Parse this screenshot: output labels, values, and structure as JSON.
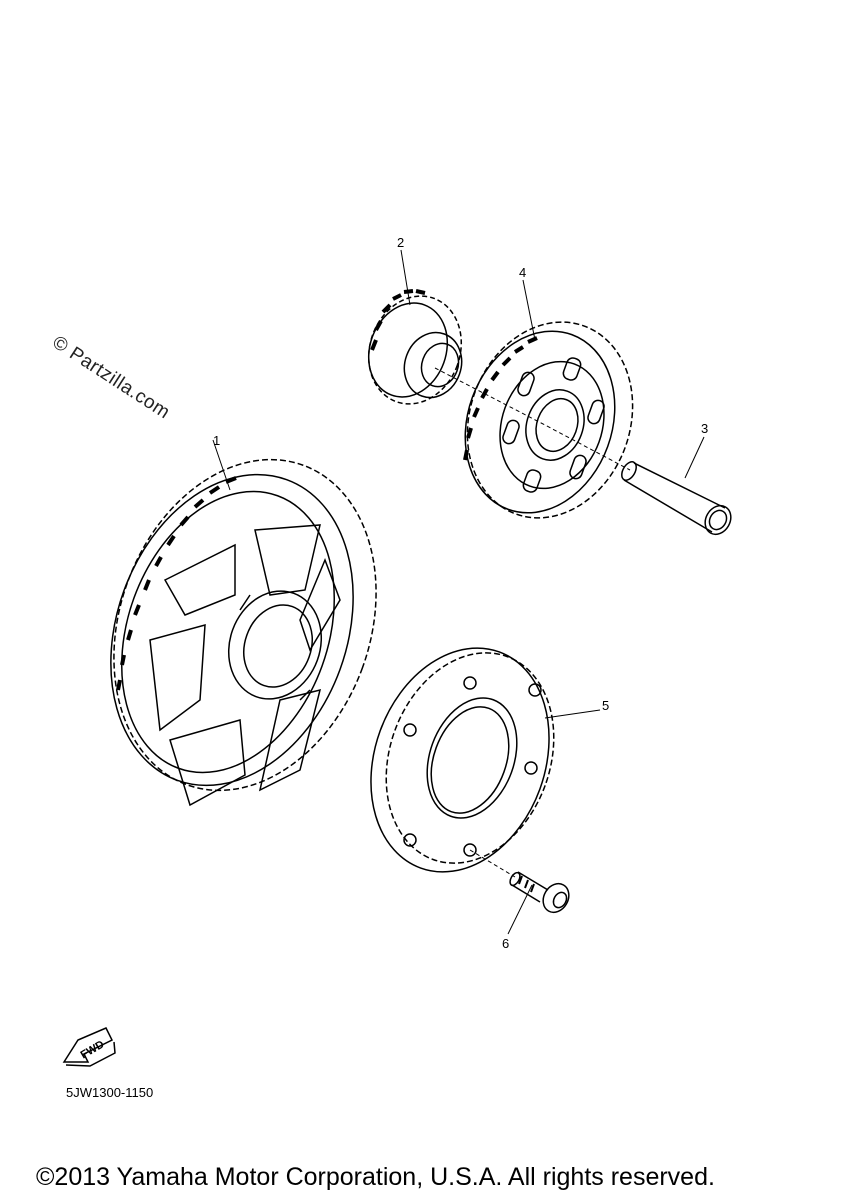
{
  "watermark": "© Partzilla.com",
  "callouts": [
    {
      "id": "1",
      "text": "1"
    },
    {
      "id": "2",
      "text": "2"
    },
    {
      "id": "3",
      "text": "3"
    },
    {
      "id": "4",
      "text": "4"
    },
    {
      "id": "5",
      "text": "5"
    },
    {
      "id": "6",
      "text": "6"
    }
  ],
  "fwd_label": "FWD",
  "diagram_code": "5JW1300-1150",
  "copyright": "©2013 Yamaha Motor Corporation, U.S.A. All rights reserved.",
  "colors": {
    "line": "#000000",
    "background": "#ffffff"
  },
  "icons": [
    "fwd-arrow-icon"
  ]
}
